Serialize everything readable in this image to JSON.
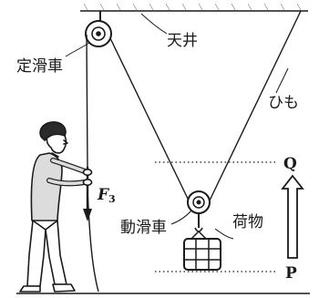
{
  "labels": {
    "ceiling": "天井",
    "fixed_pulley": "定滑車",
    "string": "ひも",
    "movable_pulley": "動滑車",
    "load": "荷物",
    "force_symbol": "F",
    "force_subscript": "3",
    "point_q": "Q",
    "point_p": "P"
  },
  "colors": {
    "ink": "#1a1a1a",
    "background": "#ffffff"
  },
  "icons": {
    "person": "person-pulling-rope-icon",
    "arrow": "upward-hollow-arrow-icon",
    "load": "crate-icon"
  }
}
